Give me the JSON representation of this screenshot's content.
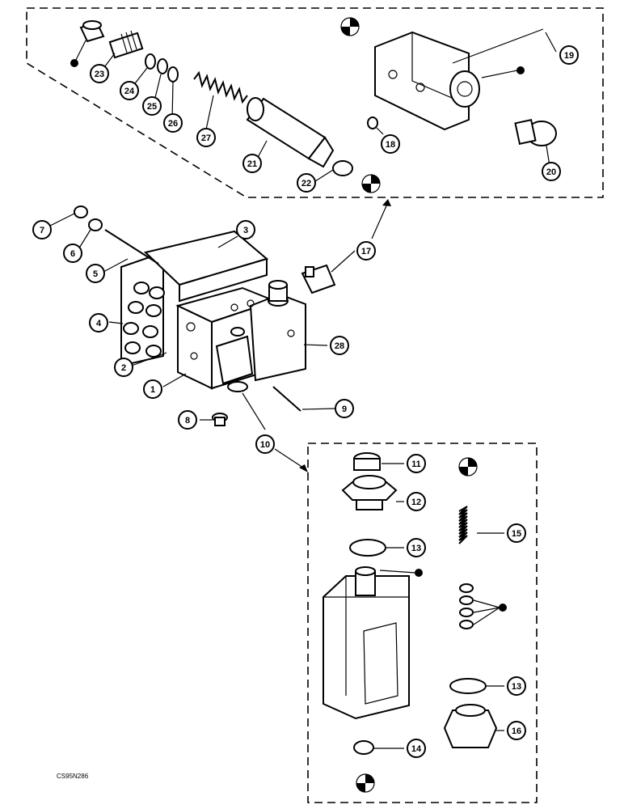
{
  "diagram": {
    "figure_code": "CS95N286",
    "callouts": [
      "1",
      "2",
      "3",
      "4",
      "5",
      "6",
      "7",
      "8",
      "9",
      "10",
      "11",
      "12",
      "13",
      "14",
      "15",
      "16",
      "17",
      "18",
      "19",
      "20",
      "21",
      "22",
      "23",
      "24",
      "25",
      "26",
      "27",
      "28"
    ],
    "callout_13_second": "13"
  }
}
